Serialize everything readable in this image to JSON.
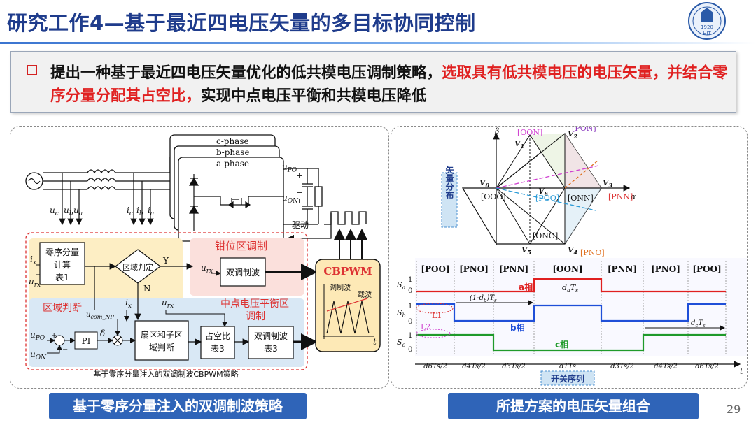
{
  "header": {
    "title": "研究工作4—基于最近四电压矢量的多目标协同控制",
    "logo_year": "1920",
    "logo_letters": "HIT"
  },
  "claim": {
    "part1": "提出一种基于最近四电压矢量优化的低共模电压调制策略，",
    "part2_red": "选取具有低共模电压的电压矢量，并结合零序分量分配其占空比，",
    "part3": "实现中点电压平衡和共模电压降低"
  },
  "left_diagram": {
    "phase_c": "c-phase",
    "phase_b": "b-phase",
    "phase_a": "a-phase",
    "u_po": "u",
    "u_po_sub": "PO",
    "u_on": "u",
    "u_on_sub": "ON",
    "plus": "+",
    "minus": "−",
    "drive": "驱动",
    "uc": "u",
    "uc_sub": "c",
    "ub": "u",
    "ub_sub": "b",
    "ua": "u",
    "ua_sub": "a",
    "ic": "i",
    "ic_sub": "c",
    "ib": "i",
    "ib_sub": "b",
    "ia": "i",
    "ia_sub": "a",
    "ix": "i",
    "ix_sub": "x",
    "urx": "u",
    "urx_sub": "rx",
    "zero_seq_block": [
      "零序分量",
      "计算",
      "表1"
    ],
    "sector_judge": "区域判定",
    "yes": "Y",
    "no": "N",
    "clamp_region": "钳位区调制",
    "dual_carrier": "双调制波",
    "region_judge": "区域判断",
    "u_com_np": "u",
    "u_com_np_sub": "com_NP",
    "np_balance_region": [
      "中点电压平衡区",
      "调制"
    ],
    "sector_block": [
      "扇区和子区",
      "域判断"
    ],
    "duty_block": [
      "占空比",
      "表3"
    ],
    "dual_table_block": [
      "双调制波",
      "表3"
    ],
    "pi_label": "PI",
    "delta": "δ",
    "cbpwm": "CBPWM",
    "mod_wave": "调制波",
    "carrier": "载波",
    "t": "t",
    "bottom_label": "基于零序分量注入的双调制波CBPWM策略"
  },
  "right_diagram": {
    "beta": "β",
    "alpha": "α",
    "vector_dist_label": "矢量分布",
    "vectors": [
      "V",
      "V",
      "V",
      "V",
      "V",
      "V"
    ],
    "vector_subs": [
      "0",
      "1",
      "2",
      "3",
      "4",
      "5"
    ],
    "v6": "V",
    "v6_sub": "6",
    "states": {
      "oon": "[OON]",
      "pon": "[PON]",
      "ooo": "[OOO]",
      "poo": "[POO]",
      "onn": "[ONN]",
      "pnn": "[PNN]",
      "ono": "[ONO]",
      "pno": "[PNO]"
    },
    "sequence_headers": [
      "[POO]",
      "[PNO]",
      "[PNN]",
      "[OON]",
      "[PNN]",
      "[PNO]",
      "[POO]"
    ],
    "sa": "S",
    "sa_sub": "a",
    "sb": "S",
    "sb_sub": "b",
    "sc": "S",
    "sc_sub": "c",
    "one": "1",
    "zero": "0",
    "a_phase": "a相",
    "b_phase": "b相",
    "c_phase": "c相",
    "da_ts": "d",
    "da_ts_sub": "a",
    "ts": "T",
    "ts_sub": "s",
    "one_minus_db": "(1-d",
    "db_sub": "b",
    "db_tail": ")T",
    "dc_ts": "d",
    "dc_sub": "c",
    "l1": "L1",
    "l2": "L2",
    "interval_labels": [
      "d6Ts/2",
      "d4Ts/2",
      "d3Ts/2",
      "d1Ts",
      "d3Ts/2",
      "d4Ts/2",
      "d6Ts/2"
    ],
    "t": "t",
    "switch_seq_label": "开关序列"
  },
  "captions": {
    "left": "基于零序分量注入的双调制波策略",
    "right": "所提方案的电压矢量组合"
  },
  "page_number": "29",
  "colors": {
    "title": "#1f3c8c",
    "red": "#e02020",
    "caption_bg": "#2f64b8",
    "phase_a": "#e02020",
    "phase_b": "#1f4fd8",
    "phase_c": "#1f9a2a"
  }
}
